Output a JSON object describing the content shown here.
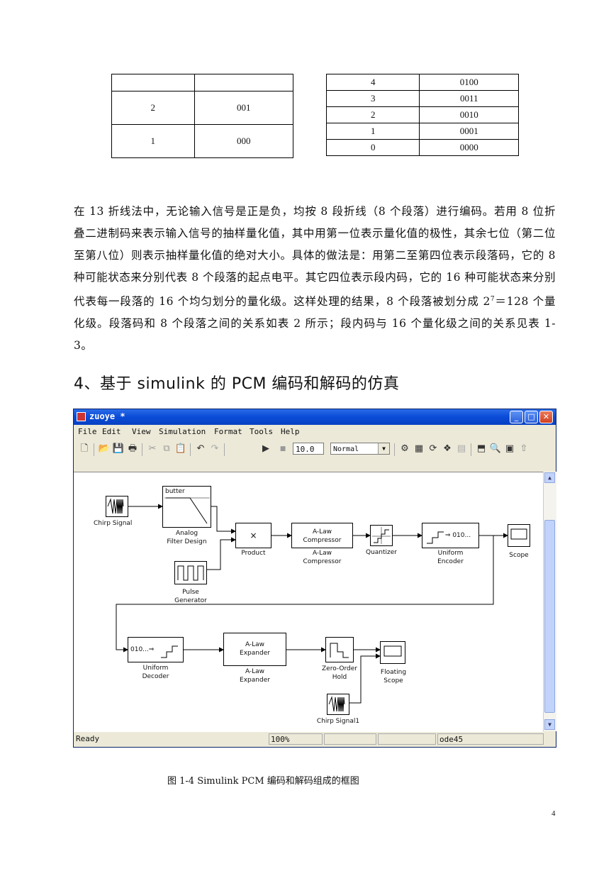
{
  "table_left": {
    "rows": [
      {
        "a": "",
        "b": ""
      },
      {
        "a": "2",
        "b": "001"
      },
      {
        "a": "1",
        "b": "000"
      }
    ]
  },
  "table_right": {
    "rows": [
      {
        "a": "4",
        "b": "0100"
      },
      {
        "a": "3",
        "b": "0011"
      },
      {
        "a": "2",
        "b": "0010"
      },
      {
        "a": "1",
        "b": "0001"
      },
      {
        "a": "0",
        "b": "0000"
      }
    ]
  },
  "paragraph": {
    "before_sup": "在 13 折线法中，无论输入信号是正是负，均按 8 段折线（8 个段落）进行编码。若用 8 位折叠二进制码来表示输入信号的抽样量化值，其中用第一位表示量化值的极性，其余七位（第二位至第八位）则表示抽样量化值的绝对大小。具体的做法是：用第二至第四位表示段落码，它的 8 种可能状态来分别代表 8 个段落的起点电平。其它四位表示段内码，它的 16 种可能状态来分别代表每一段落的 16 个均匀划分的量化级。这样处理的结果，8 个段落被划分成 2",
    "sup": "7",
    "after_sup": "＝128 个量化级。段落码和 8 个段落之间的关系如表 2 所示；段内码与 16 个量化级之间的关系见表 1-3。"
  },
  "heading": "4、基于 simulink 的 PCM 编码和解码的仿真",
  "window": {
    "title": "zuoye *",
    "menus": [
      "File",
      "Edit",
      "View",
      "Simulation",
      "Format",
      "Tools",
      "Help"
    ],
    "stop_time": "10.0",
    "sim_mode": "Normal",
    "status": {
      "ready": "Ready",
      "zoom": "100%",
      "solver": "ode45"
    }
  },
  "blocks": {
    "chirp": "Chirp Signal",
    "butter": "butter",
    "analog_filter": [
      "Analog",
      "Filter Design"
    ],
    "product_sym": "×",
    "product": "Product",
    "pulse": [
      "Pulse",
      "Generator"
    ],
    "alaw_comp_inner": [
      "A-Law",
      "Compressor"
    ],
    "alaw_comp": [
      "A-Law",
      "Compressor"
    ],
    "quantizer": "Quantizer",
    "uenc_inner": "010...",
    "uenc": [
      "Uniform",
      "Encoder"
    ],
    "scope": "Scope",
    "udec_inner": "010...",
    "udec": [
      "Uniform",
      "Decoder"
    ],
    "alaw_exp_inner": [
      "A-Law",
      "Expander"
    ],
    "alaw_exp": [
      "A-Law",
      "Expander"
    ],
    "zoh": [
      "Zero-Order",
      "Hold"
    ],
    "floating_scope": [
      "Floating",
      "Scope"
    ],
    "chirp1": "Chirp Signal1"
  },
  "caption": "图 1-4   Simulink PCM 编码和解码组成的框图",
  "page_number": "4"
}
